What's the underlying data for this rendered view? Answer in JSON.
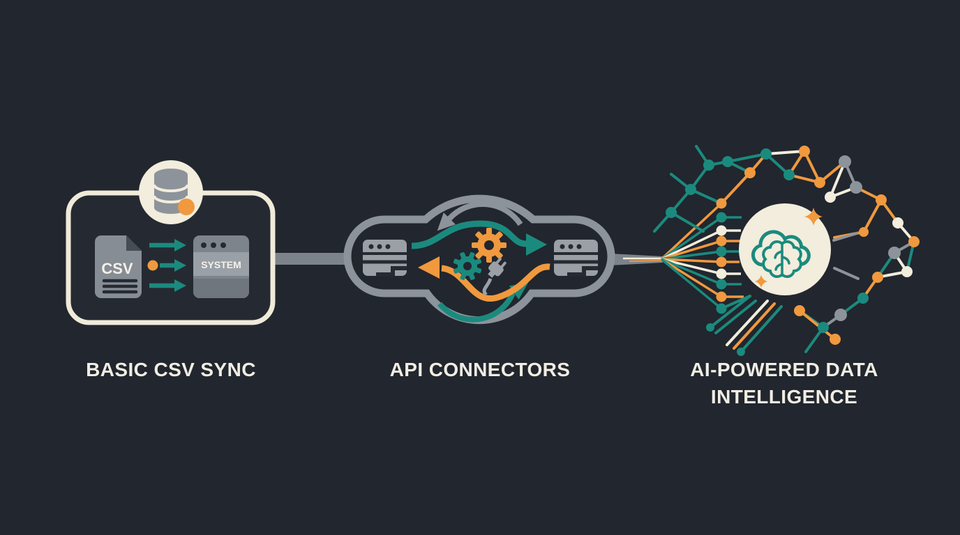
{
  "title": "Data integration evolution diagram",
  "stages": {
    "csv": {
      "label": "BASIC CSV SYNC",
      "file_text": "CSV",
      "system_text": "SYSTEM"
    },
    "api": {
      "label": "API CONNECTORS"
    },
    "ai": {
      "label": "AI-POWERED DATA INTELLIGENCE"
    }
  },
  "icons": {
    "database": "database-icon",
    "csv_file": "csv-file-icon",
    "system_window": "system-window-icon",
    "api_windows": "api-window-icon",
    "gear_orange": "gear-icon-orange",
    "gear_teal": "gear-icon-teal",
    "plug": "plug-icon",
    "cloud_brain": "cloud-brain-icon",
    "sparkle": "sparkle-icon",
    "arrows": [
      "sync-arrow-icon",
      "cycle-arrow-icon"
    ]
  },
  "colors": {
    "background": "#22262e",
    "teal": "#1b8a7e",
    "orange": "#f0993e",
    "gray": "#8d939a",
    "light_gray": "#9aa0a6",
    "cream": "#f2eddc",
    "dark_detail": "#262b33",
    "label_text": "#f0ede3"
  }
}
